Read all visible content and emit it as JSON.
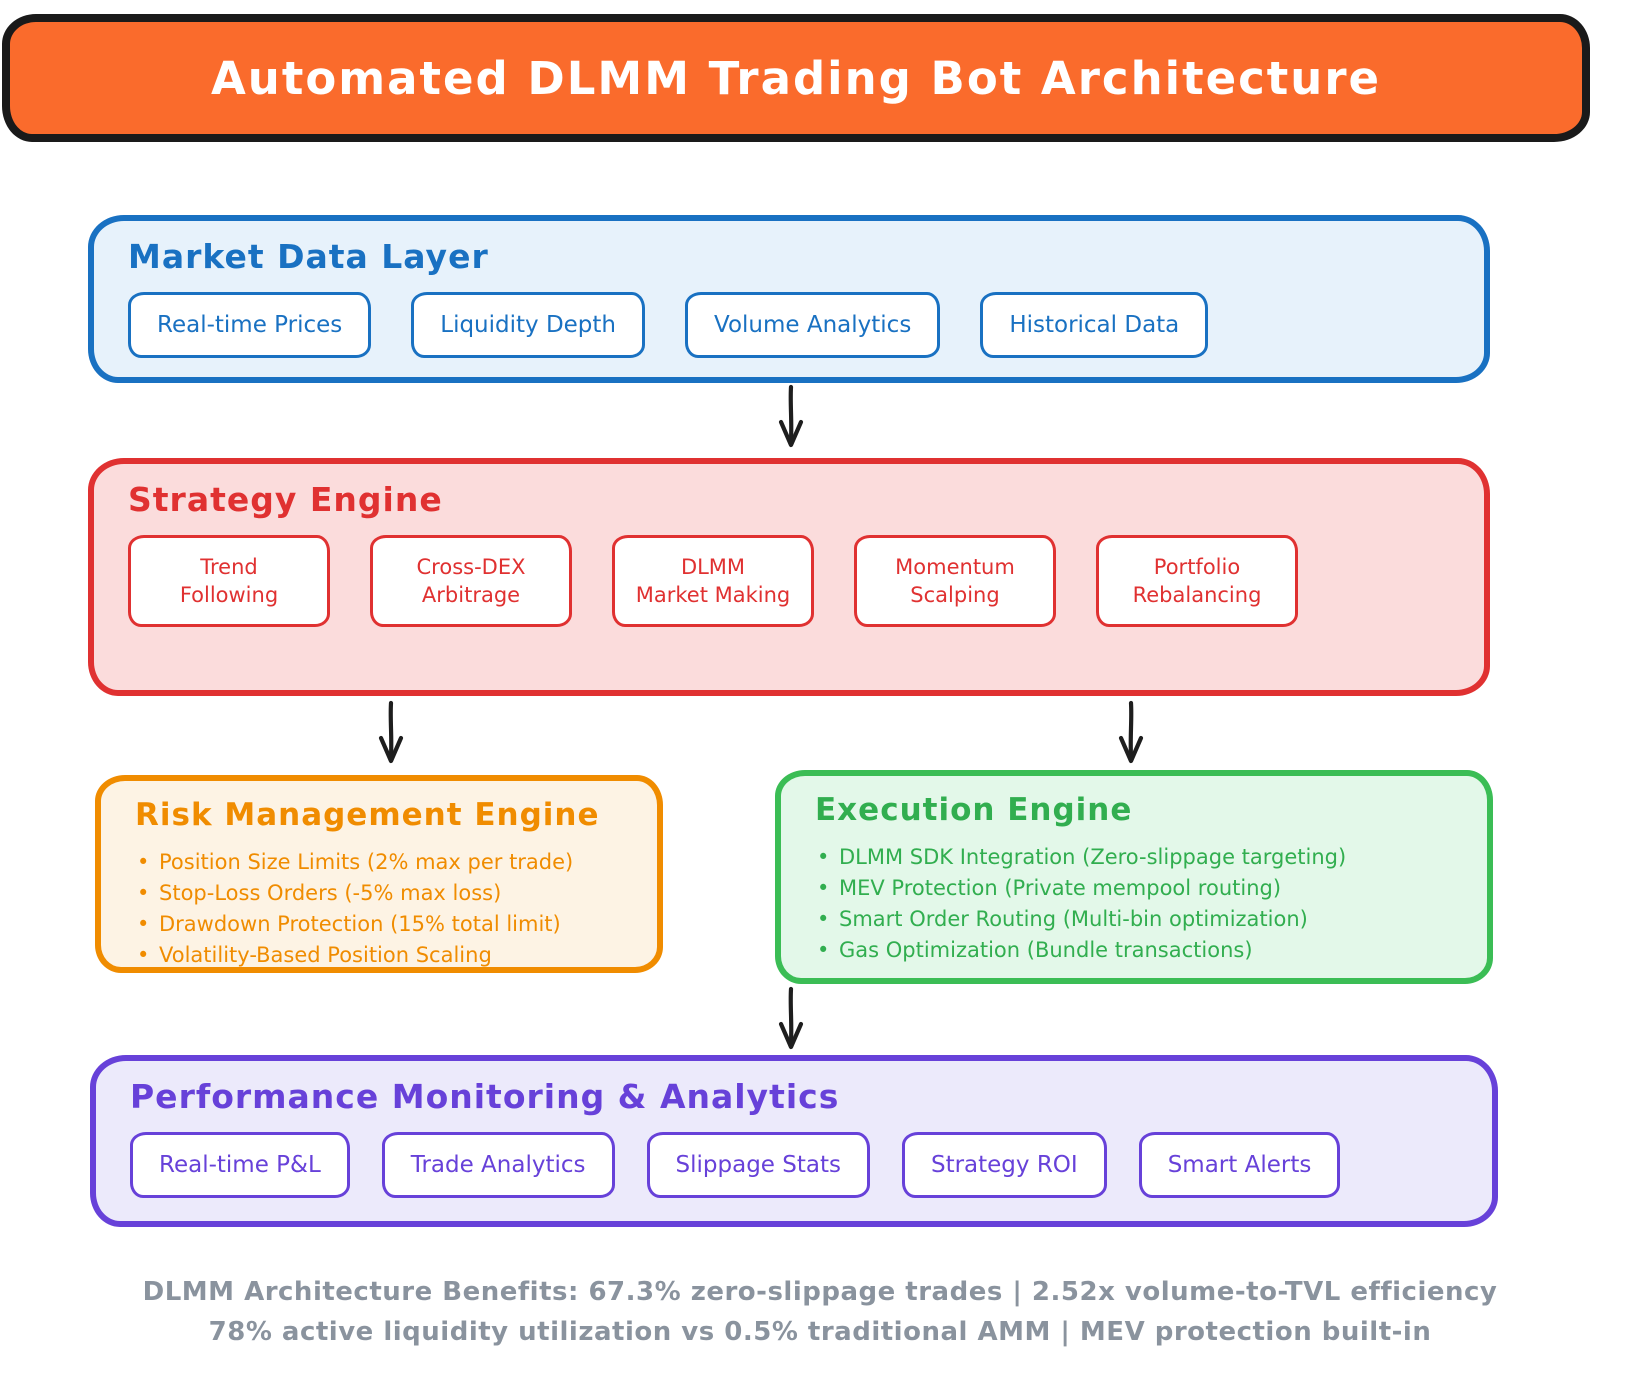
{
  "title": "Automated DLMM Trading Bot Architecture",
  "colors": {
    "title_bg": "#FA6B2C",
    "title_border": "#1A1A1A",
    "title_text": "#FFFFFF",
    "blue_accent": "#1971C2",
    "blue_fill": "#E7F2FB",
    "red_accent": "#E03131",
    "red_fill": "#FBDCDC",
    "orange_accent": "#F08C00",
    "orange_fill": "#FDF3E4",
    "green_accent": "#31AE4F",
    "green_fill": "#E3F8E9",
    "purple_accent": "#6741D9",
    "purple_fill": "#ECEAFB",
    "footer_text": "#8A939E",
    "arrow": "#1E1E1E"
  },
  "market_data": {
    "title": "Market Data Layer",
    "items": [
      "Real-time Prices",
      "Liquidity Depth",
      "Volume Analytics",
      "Historical Data"
    ]
  },
  "strategy": {
    "title": "Strategy Engine",
    "items": [
      {
        "line1": "Trend",
        "line2": "Following"
      },
      {
        "line1": "Cross-DEX",
        "line2": "Arbitrage"
      },
      {
        "line1": "DLMM",
        "line2": "Market Making"
      },
      {
        "line1": "Momentum",
        "line2": "Scalping"
      },
      {
        "line1": "Portfolio",
        "line2": "Rebalancing"
      }
    ]
  },
  "risk": {
    "title": "Risk Management Engine",
    "bullets": [
      "Position Size Limits (2% max per trade)",
      "Stop-Loss Orders (-5% max loss)",
      "Drawdown Protection (15% total limit)",
      "Volatility-Based Position Scaling"
    ]
  },
  "execution": {
    "title": "Execution Engine",
    "bullets": [
      "DLMM SDK Integration (Zero-slippage targeting)",
      "MEV Protection (Private mempool routing)",
      "Smart Order Routing (Multi-bin optimization)",
      "Gas Optimization (Bundle transactions)"
    ]
  },
  "performance": {
    "title": "Performance Monitoring & Analytics",
    "items": [
      "Real-time P&L",
      "Trade Analytics",
      "Slippage Stats",
      "Strategy ROI",
      "Smart Alerts"
    ]
  },
  "footer": {
    "line1": "DLMM Architecture Benefits: 67.3% zero-slippage trades | 2.52x volume-to-TVL efficiency",
    "line2": "78% active liquidity utilization vs 0.5% traditional AMM | MEV protection built-in"
  }
}
